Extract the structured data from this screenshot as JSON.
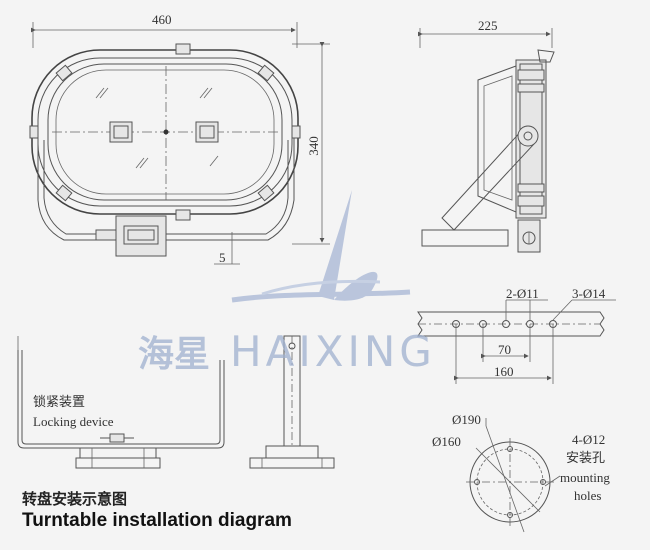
{
  "front_view": {
    "width_label": "460",
    "height_label": "340",
    "offset_label": "5"
  },
  "side_view": {
    "depth_label": "225"
  },
  "bracket": {
    "holes_small_label": "2-Ø11",
    "holes_large_label": "3-Ø14",
    "inner_label": "70",
    "outer_label": "160"
  },
  "turntable": {
    "locking_cn": "锁紧装置",
    "locking_en": "Locking device"
  },
  "flange": {
    "outer_label": "Ø190",
    "inner_label": "Ø160",
    "holes_label": "4-Ø12",
    "holes_cn": "安装孔",
    "holes_en_1": "mounting",
    "holes_en_2": "holes"
  },
  "watermark": {
    "cn": "海星",
    "en": "HAIXING",
    "color": "#9fb0cf"
  },
  "caption": {
    "cn": "转盘安装示意图",
    "en": "Turntable installation diagram"
  }
}
